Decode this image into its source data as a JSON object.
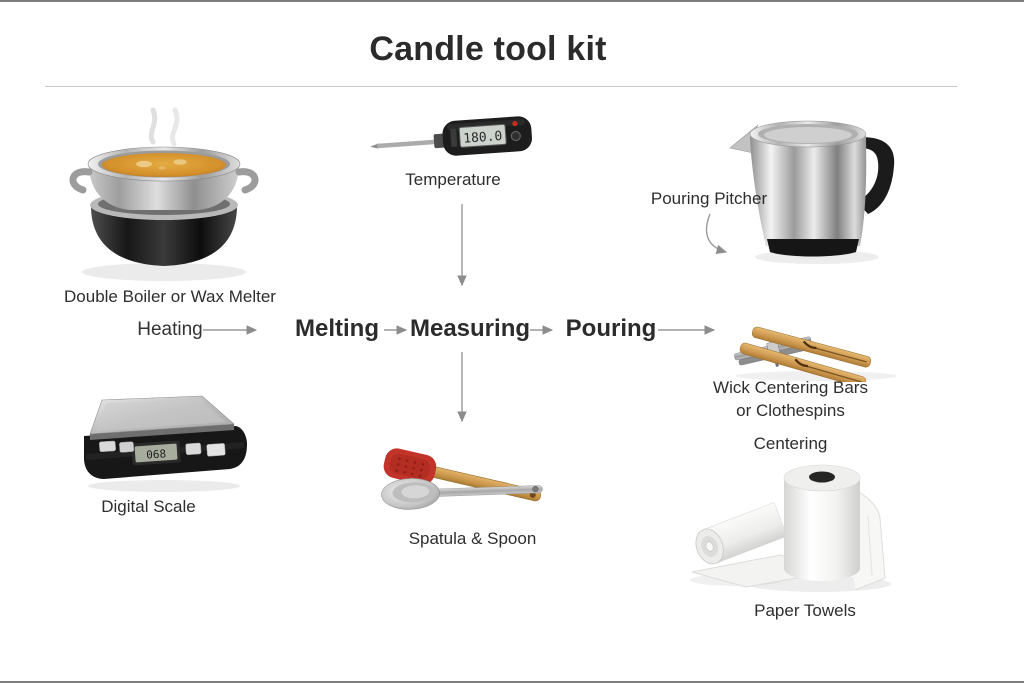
{
  "title": "Candle tool kit",
  "flow": {
    "steps": [
      {
        "label": "Heating"
      },
      {
        "label": "Melting"
      },
      {
        "label": "Measuring"
      },
      {
        "label": "Pouring"
      }
    ]
  },
  "tools": {
    "double_boiler": {
      "label": "Double Boiler or Wax Melter"
    },
    "thermometer": {
      "label": "Temperature",
      "display": "180.0"
    },
    "pitcher": {
      "label": "Pouring Pitcher"
    },
    "wick_bars": {
      "line1": "Wick Centering Bars",
      "line2": "or Clothespins",
      "stage": "Centering"
    },
    "scale": {
      "label": "Digital Scale",
      "display": "068"
    },
    "spatula_spoon": {
      "label": "Spatula & Spoon"
    },
    "paper_towels": {
      "label": "Paper Towels"
    }
  },
  "colors": {
    "arrow": "#8d8d8d",
    "wax_orange": "#d4912c",
    "spatula_red": "#c23429",
    "wood": "#cf9a52",
    "text": "#2e2e2e"
  }
}
